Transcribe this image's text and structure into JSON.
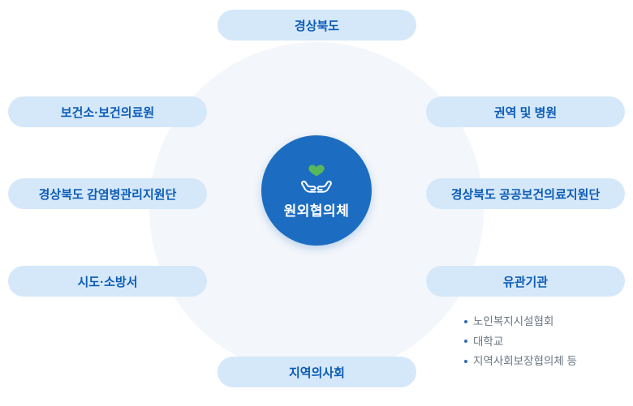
{
  "colors": {
    "center_circle": "#1c6dc1",
    "pill_background": "#d5e8fa",
    "pill_text": "#0d5cb6",
    "outer_circle": "#f3f6fa",
    "heart_green": "#56b85a",
    "list_text": "#6b7684"
  },
  "diagram": {
    "center": {
      "label": "원외협의체",
      "icon": "hands-heart-icon"
    },
    "nodes": {
      "top": "경상북도",
      "left_top": "보건소·보건의료원",
      "left_middle": "경상북도 감염병관리지원단",
      "left_bottom": "시도·소방서",
      "right_top": "권역 및 병원",
      "right_middle": "경상북도 공공보건의료지원단",
      "right_bottom": "유관기관",
      "bottom": "지역의사회"
    },
    "related_organizations": [
      "노인복지시설협회",
      "대학교",
      "지역사회보장협의체 등"
    ]
  }
}
